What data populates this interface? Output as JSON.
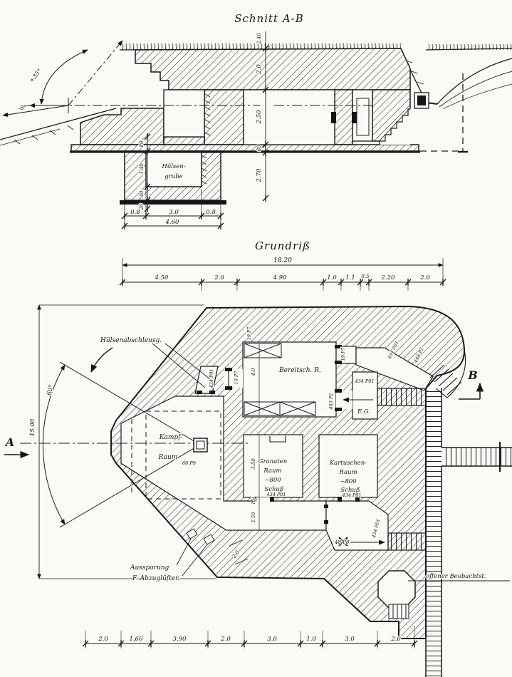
{
  "section": {
    "title": "Schnitt A-B",
    "elevation_max": "+35°",
    "elevation_min": "-8°",
    "pit_line1": "Hülsen-",
    "pit_line2": "grube",
    "dim_cover": "2.40",
    "dim_roof": "2.0",
    "dim_room_height": "2.50",
    "dim_floor_slab": "80",
    "dim_below_floor": "2.70",
    "dim_pit_wall": "80",
    "dim_pit_depth": "1.40",
    "dim_pit_slab": "40",
    "dim_pit_base": "20",
    "dim_pit_left": "0.8",
    "dim_pit_width": "3.0",
    "dim_pit_right": "0.8",
    "dim_pit_total": "4.60"
  },
  "plan": {
    "title": "Grundriß",
    "dim_total_width": "18.20",
    "top_chain": [
      "4.50",
      "2.0",
      "4.90",
      "1.0",
      "1.1",
      "0.5",
      "2.20",
      "2.0"
    ],
    "bottom_chain": [
      "2.0",
      "1.60",
      "3.90",
      "2.0",
      "3.0",
      "1.0",
      "3.0",
      "2.0"
    ],
    "dim_height": "15.00",
    "traverse_angle": "60°",
    "marker_a": "A",
    "marker_b": "B",
    "label_huelsenabschleusung": "Hülsenabschleusg.",
    "label_kampfraum_1": "Kampf-",
    "label_kampfraum_2": "Raum",
    "label_bereitschaftsraum": "Bereitsch. R.",
    "label_granaten_1": "Granaten",
    "label_granaten_2": "Raum",
    "label_granaten_3": "~800",
    "label_granaten_4": "Schuß",
    "label_kartuschen_1": "Kartuschen-",
    "label_kartuschen_2": "Raum",
    "label_kartuschen_3": "~800",
    "label_kartuschen_4": "Schuß",
    "label_eg": "E.G.",
    "label_aussparung_1": "Aussparung",
    "label_aussparung_2": "F. Abzuglüfter.",
    "label_beobachtung": "offener Beobachtst.",
    "dim_bereitschaft": "4.0",
    "dim_granaten": "3.50",
    "dim_wall_small": "1.0",
    "dim_gallery": "1.50",
    "dim_outer_wall": "2.0",
    "door_19p7": "19 P7",
    "door_483p2": "483 P2",
    "door_434p01": "434 P01",
    "door_448p2": "448 P2",
    "door_48p8": "48 P8",
    "door_68p9": "68 P9"
  }
}
